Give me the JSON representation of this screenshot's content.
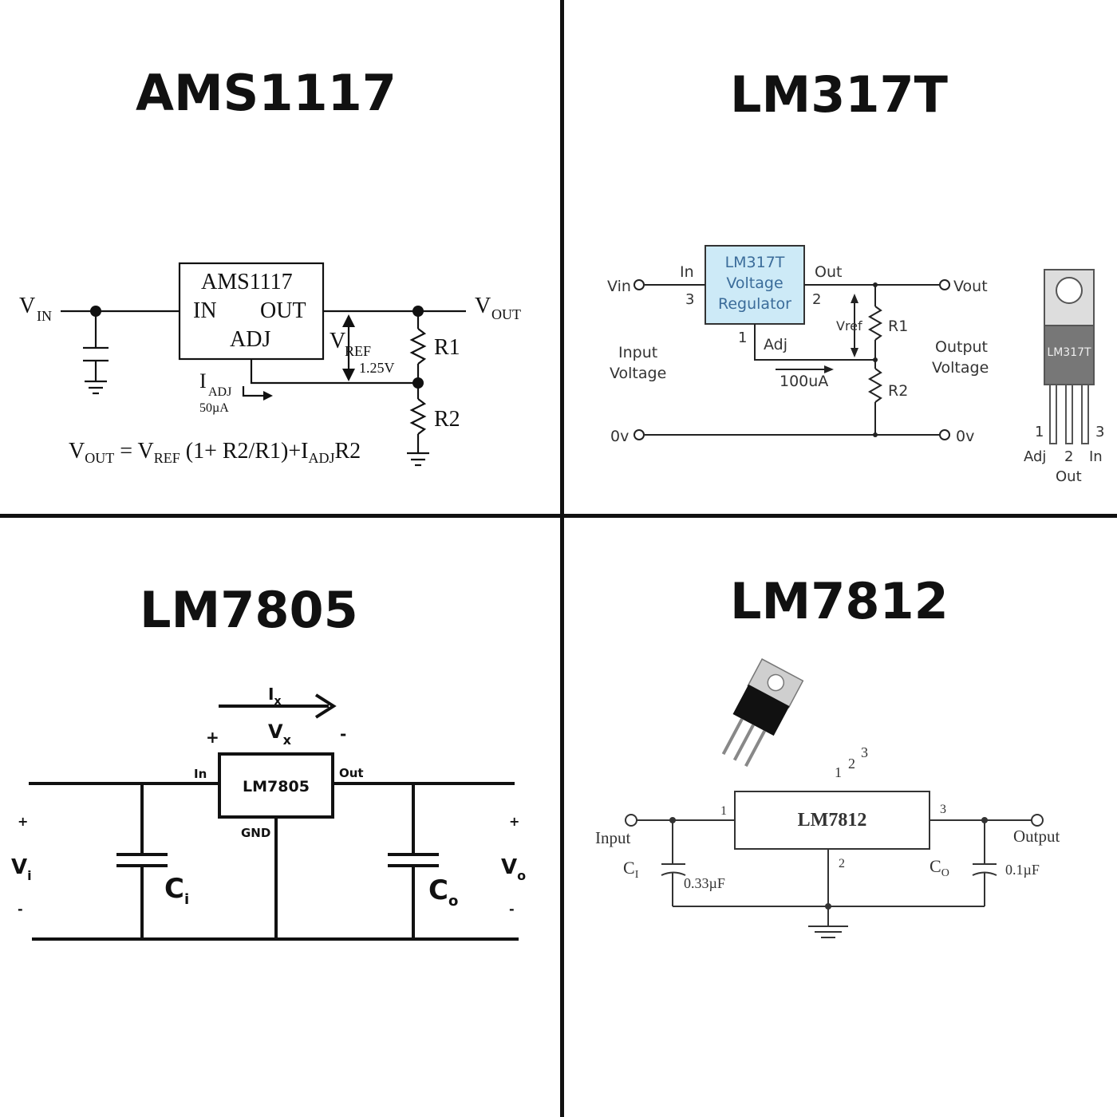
{
  "panels": {
    "ams1117": {
      "title": "AMS1117",
      "chip": "AMS1117",
      "pin_in": "IN",
      "pin_out": "OUT",
      "pin_adj": "ADJ",
      "vin": "V",
      "vin_sub": "IN",
      "vout": "V",
      "vout_sub": "OUT",
      "vref": "V",
      "vref_sub": "REF",
      "vref_val": "1.25V",
      "iadj": "I",
      "iadj_sub": "ADJ",
      "iadj_val": "50µA",
      "r1": "R1",
      "r2": "R2",
      "formula": {
        "a": "V",
        "a_sub": "OUT",
        "b": " = V",
        "b_sub": "REF",
        "c": " (1+ R2/R1)+I",
        "c_sub": "ADJ",
        "d": "R2"
      }
    },
    "lm317t": {
      "title": "LM317T",
      "chip_line1": "LM317T",
      "chip_line2": "Voltage",
      "chip_line3": "Regulator",
      "vin": "Vin",
      "vout": "Vout",
      "in_label": "In",
      "out_label": "Out",
      "pin3": "3",
      "pin2": "2",
      "pin1": "1",
      "adj": "Adj",
      "vref": "Vref",
      "r1": "R1",
      "r2": "R2",
      "current": "100uA",
      "input_voltage_1": "Input",
      "input_voltage_2": "Voltage",
      "output_voltage_1": "Output",
      "output_voltage_2": "Voltage",
      "zero_left": "0v",
      "zero_right": "0v",
      "package_label": "LM317T",
      "pkg_pin1": "1",
      "pkg_pin2": "2",
      "pkg_pin3": "3",
      "pkg_adj": "Adj",
      "pkg_out": "Out",
      "pkg_in": "In"
    },
    "lm7805": {
      "title": "LM7805",
      "chip": "LM7805",
      "ix": "I",
      "ix_sub": "x",
      "vx": "V",
      "vx_sub": "x",
      "plus": "+",
      "minus": "-",
      "in_label": "In",
      "out_label": "Out",
      "gnd": "GND",
      "vi": "V",
      "vi_sub": "i",
      "vo": "V",
      "vo_sub": "o",
      "ci": "C",
      "ci_sub": "i",
      "co": "C",
      "co_sub": "o"
    },
    "lm7812": {
      "title": "LM7812",
      "chip": "LM7812",
      "pin1": "1",
      "pin2": "2",
      "pin3": "3",
      "input": "Input",
      "output": "Output",
      "ci": "C",
      "ci_sub": "I",
      "ci_val": "0.33µF",
      "co": "C",
      "co_sub": "O",
      "co_val": "0.1µF",
      "pkg_pin1": "1",
      "pkg_pin2": "2",
      "pkg_pin3": "3"
    }
  }
}
